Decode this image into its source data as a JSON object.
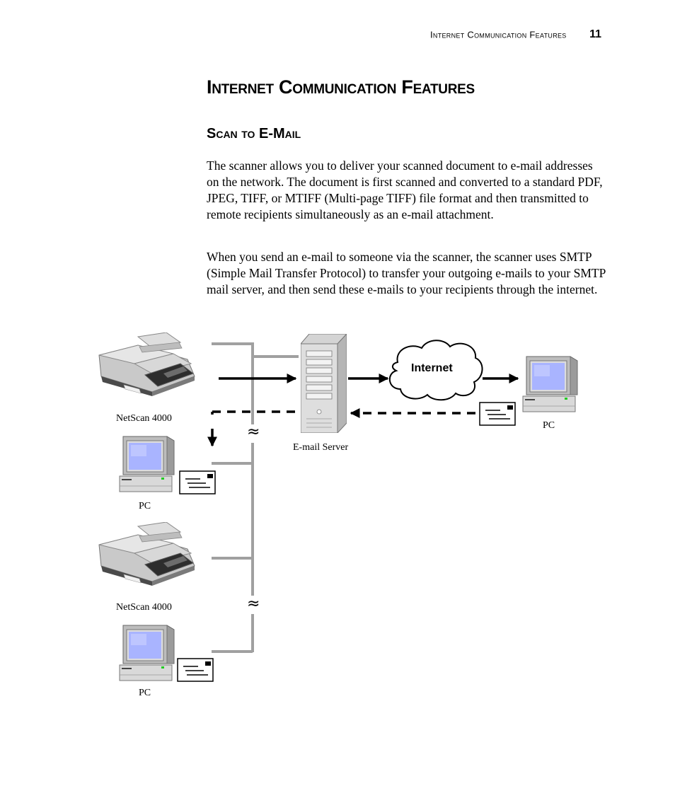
{
  "header": {
    "running_title": "Internet Communication Features",
    "page_number": "11"
  },
  "section_title": "Internet Communication Features",
  "subsection_title": "Scan to E-Mail",
  "paragraphs": [
    "The scanner allows you to deliver your scanned document to e-mail addresses on the network. The document is first scanned and converted to a standard PDF, JPEG, TIFF, or MTIFF (Multi-page TIFF) file format and then transmitted to remote recipients simultaneously as an e-mail attachment.",
    "When you send an e-mail to someone via the scanner, the scanner uses SMTP (Simple Mail Transfer Protocol) to transfer your outgoing e-mails to your SMTP mail server, and then send these e-mails to your recipients through the internet."
  ],
  "diagram": {
    "scanner_label": "NetScan 4000",
    "pc_label": "PC",
    "server_label": "E-mail Server",
    "cloud_label": "Internet",
    "break_symbol": "≈"
  }
}
